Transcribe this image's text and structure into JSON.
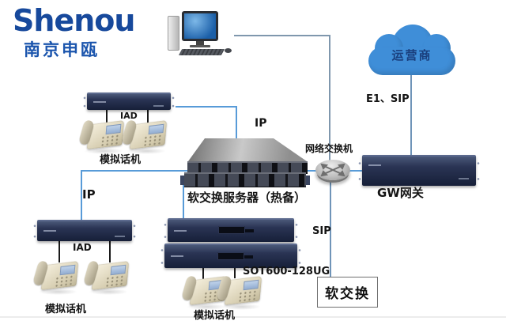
{
  "logo": {
    "brand": "Shenou",
    "subtitle": "南京申瓯"
  },
  "colors": {
    "logo_blue": "#17499c",
    "link_blue": "#589bd8",
    "link_gray_blue": "#7f97ad",
    "device_navy": "#2a3454",
    "cloud_blue": "#3f8ed8",
    "label_black": "#141414"
  },
  "diagram": {
    "cloud_label": "运营商",
    "e1_sip_label": "E1、SIP",
    "ip_top_label": "IP",
    "ip_left_label": "IP",
    "sip_label": "SIP",
    "switch_label": "网络交换机",
    "gateway_label": "GW网关",
    "server_label": "软交换服务器（热备）",
    "sot_label": "SOT600-128UG",
    "iad_top_label": "IAD",
    "iad_bottom_label": "IAD",
    "phones_top_label": "模拟话机",
    "phones_bottom_left_label": "模拟话机",
    "phones_bottom_center_label": "模拟话机",
    "softswitch_box_label": "软交换"
  }
}
